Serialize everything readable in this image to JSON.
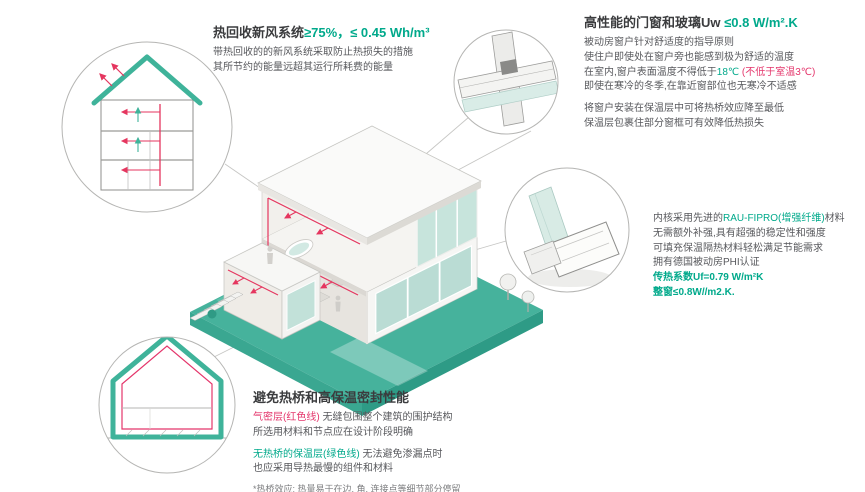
{
  "colors": {
    "teal": "#3fb39a",
    "green_text": "#00a98b",
    "red_text": "#e4356b"
  },
  "callouts": {
    "ventilation_section": "house-cross-section-ventilation",
    "window_corner": "window-frame-corner-detail",
    "window_profile": "window-profile-cross-section",
    "thermal_section": "house-cross-section-insulation"
  },
  "ventilation": {
    "title_black": "热回收新风系统",
    "title_green": "≥75%，≤ 0.45 Wh/m³",
    "line1": "带热回收的的新风系统采取防止热损失的措施",
    "line2": "其所节约的能量远超其运行所耗费的能量"
  },
  "windows": {
    "title_black": "高性能的门窗和玻璃Uw ",
    "title_green": "≤0.8 W/m².K",
    "line1": "被动房窗户针对舒适度的指导原则",
    "line2": "使住户即使处在窗户旁也能感到极为舒适的温度",
    "line3a": "在室内,窗户表面温度不得低于",
    "line3b": "18℃",
    "line3c": " (不低于室温3℃)",
    "line4": "即使在寒冷的冬季,在靠近窗部位也无寒冷不适感",
    "line5": "将窗户安装在保温层中可将热桥效应降至最低",
    "line6": "保温层包裹住部分窗框可有效降低热损失"
  },
  "profile": {
    "line1a": "内核采用先进的",
    "line1b": "RAU-FIPRO(增强纤维)",
    "line1c": "材料",
    "line2": "无需额外补强,具有超强的稳定性和强度",
    "line3": "可填充保温隔热材料轻松满足节能需求",
    "line4": "拥有德国被动房PHI认证",
    "line5": "传热系数Uf=0.79 W/m²K",
    "line6": "整窗≤0.8W//m2.K."
  },
  "thermal": {
    "title": "避免热桥和高保温密封性能",
    "line1a": "气密层(红色线)",
    "line1b": " 无缝包围整个建筑的围护结构",
    "line2": "所选用材料和节点应在设计阶段明确",
    "line3a": "无热桥的保温层(绿色线)",
    "line3b": " 无法避免渗漏点时",
    "line4": "也应采用导热最慢的组件和材料",
    "footnote": "*热桥效应: 热量易于在边, 角, 连接点等细节部分停留"
  }
}
